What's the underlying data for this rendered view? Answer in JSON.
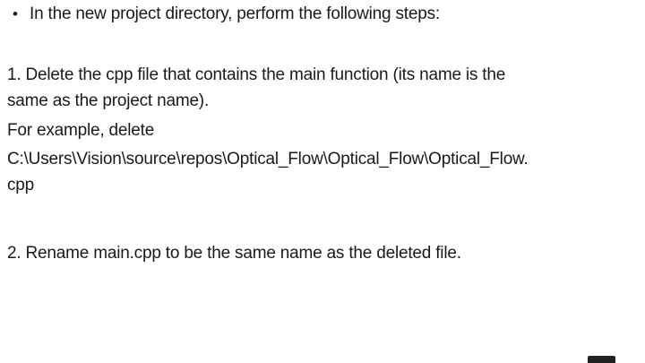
{
  "slide": {
    "background_color": "#ffffff",
    "text_color": "#1a1a1a",
    "bullet": {
      "glyph": "•",
      "text": "In the new project directory, perform the following steps:"
    },
    "paragraphs": [
      {
        "full_text": "1. Delete the cpp file that contains the main function (its name is the same as the project name).",
        "lines": [
          "1. Delete the cpp file that contains the main function (its name is the",
          "same as the project name)."
        ]
      },
      {
        "full_text": "For example, delete",
        "lines": [
          "For example, delete"
        ]
      },
      {
        "full_text": "C:\\Users\\Vision\\source\\repos\\Optical_Flow\\Optical_Flow\\Optical_Flow.cpp",
        "lines": [
          "C:\\Users\\Vision\\source\\repos\\Optical_Flow\\Optical_Flow\\Optical_Flow.",
          "cpp"
        ]
      },
      {
        "full_text": "2. Rename main.cpp to be the same name as the deleted file.",
        "lines": [
          "2. Rename main.cpp to be the same name as the deleted file."
        ]
      }
    ],
    "corner_mark_color": "#222222"
  }
}
